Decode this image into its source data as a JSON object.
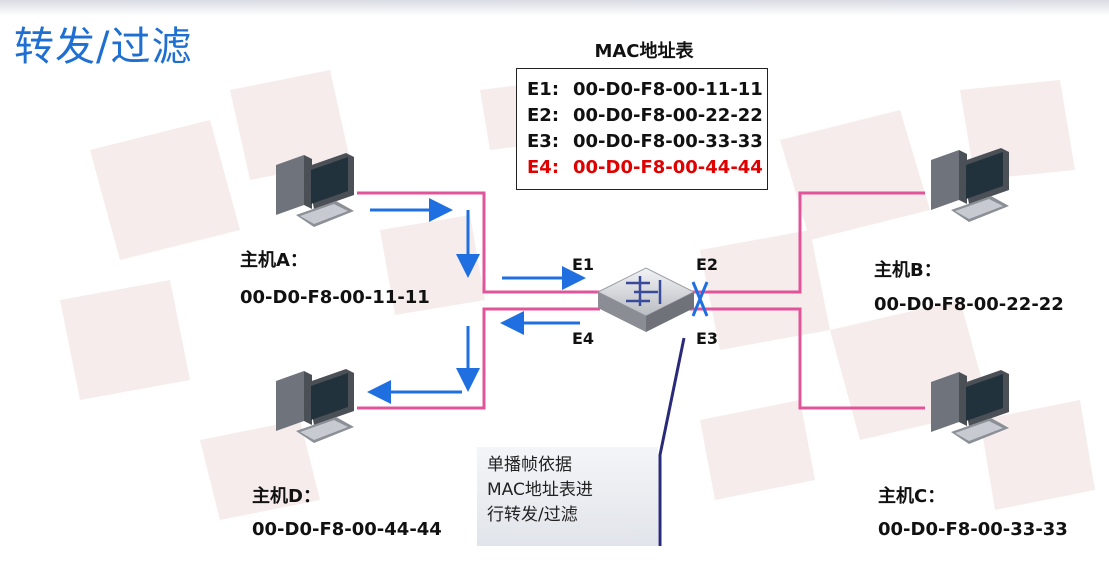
{
  "title": "转发/过滤",
  "mac_table": {
    "title": "MAC地址表",
    "entries": [
      {
        "port": "E1:",
        "mac": "00-D0-F8-00-11-11",
        "highlight": false
      },
      {
        "port": "E2:",
        "mac": "00-D0-F8-00-22-22",
        "highlight": false
      },
      {
        "port": "E3:",
        "mac": "00-D0-F8-00-33-33",
        "highlight": false
      },
      {
        "port": "E4:",
        "mac": "00-D0-F8-00-44-44",
        "highlight": true
      }
    ]
  },
  "hosts": {
    "a": {
      "name": "主机A：",
      "mac": "00-D0-F8-00-11-11"
    },
    "b": {
      "name": "主机B：",
      "mac": "00-D0-F8-00-22-22"
    },
    "c": {
      "name": "主机C：",
      "mac": "00-D0-F8-00-33-33"
    },
    "d": {
      "name": "主机D：",
      "mac": "00-D0-F8-00-44-44"
    }
  },
  "ports": {
    "e1": "E1",
    "e2": "E2",
    "e3": "E3",
    "e4": "E4"
  },
  "note": {
    "lines": [
      "单播帧依据",
      "MAC地址表进",
      "行转发/过滤"
    ]
  },
  "colors": {
    "title": "#1e6fd1",
    "link": "#e0559a",
    "arrow": "#1f6fe0",
    "highlight": "#e00000",
    "blocked_x": "#1f6fe0",
    "callout": "#2a2a7a"
  },
  "icons": {
    "host": "desktop-computer-icon",
    "switch": "switch-icon",
    "blocked": "blocked-x-icon"
  }
}
